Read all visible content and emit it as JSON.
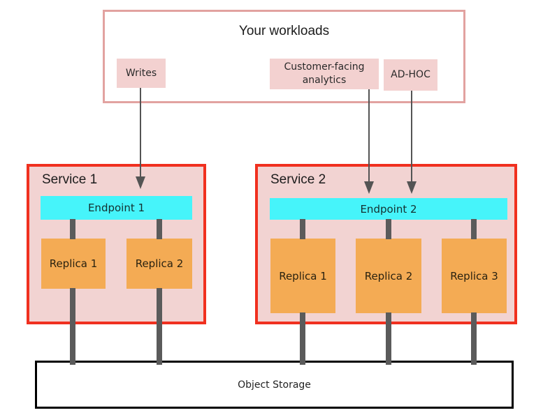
{
  "colors": {
    "workloads_border": "#e2a2a0",
    "workload_item_bg": "#f3d1d0",
    "service_border": "#f0301f",
    "service_bg": "#f2d3d2",
    "endpoint_bg": "#46f4fa",
    "replica_bg": "#f4ab54",
    "connector": "#5b5b5b",
    "arrow": "#545454",
    "storage_border": "#000000"
  },
  "workloads": {
    "title": "Your workloads",
    "items": [
      {
        "label": "Writes"
      },
      {
        "label": "Customer-facing analytics"
      },
      {
        "label": "AD-HOC"
      }
    ]
  },
  "services": [
    {
      "title": "Service 1",
      "endpoint": "Endpoint 1",
      "replicas": [
        {
          "label": "Replica 1"
        },
        {
          "label": "Replica 2"
        }
      ]
    },
    {
      "title": "Service 2",
      "endpoint": "Endpoint 2",
      "replicas": [
        {
          "label": "Replica 1"
        },
        {
          "label": "Replica 2"
        },
        {
          "label": "Replica 3"
        }
      ]
    }
  ],
  "storage": {
    "label": "Object Storage"
  }
}
